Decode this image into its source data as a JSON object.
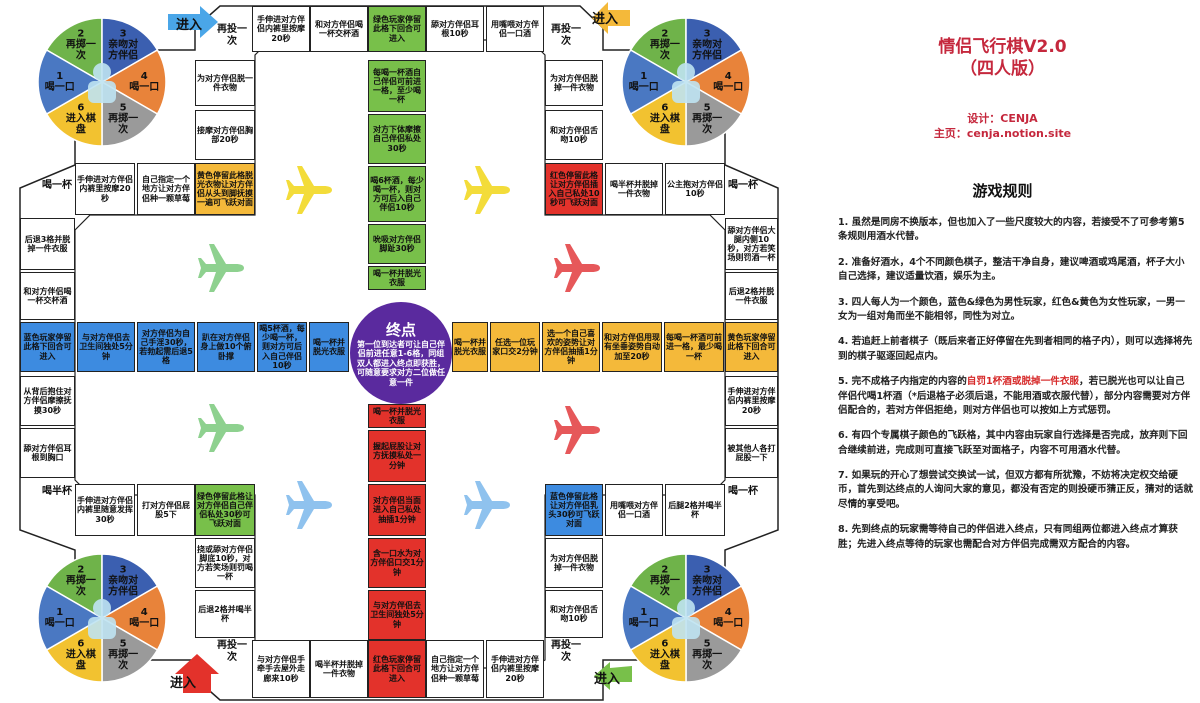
{
  "title": {
    "line1": "情侣飞行棋V2.0",
    "line2": "（四人版）"
  },
  "credit": {
    "designer": "设计：CENJA",
    "homepage": "主页：cenja.notion.site"
  },
  "rules_heading": "游戏规则",
  "rules": [
    {
      "text": "1. 虽然是同房不换版本，但也加入了一些尺度较大的内容，若接受不了可参考第5条规则用酒水代替。"
    },
    {
      "text": "2. 准备好酒水，4个不同颜色棋子，整洁干净自身，建议啤酒或鸡尾酒，杯子大小自己选择，建议适量饮酒，娱乐为主。"
    },
    {
      "text": "3. 四人每人为一个颜色，蓝色&绿色为男性玩家，红色&黄色为女性玩家，一男一女为一组对角而坐不能相邻，同性为对立。"
    },
    {
      "text": "4. 若追赶上前者棋子（既后来者正好停留在先到者相同的格子内），则可以选择将先到的棋子驱逐回起点内。"
    },
    {
      "pre": "5. 完不成格子内指定的内容的",
      "highlight": "自罚1杯酒或脱掉一件衣服",
      "post": "，若已脱光也可以让自己伴侣代喝1杯酒（*后退格子必须后退，不能用酒或衣服代替），部分内容需要对方伴侣配合的，若对方伴侣拒绝，则对方伴侣也可以按如上方式惩罚。"
    },
    {
      "text": "6. 有四个专属棋子颜色的飞跃格，其中内容由玩家自行选择是否完成，放弃则下回合继续前进，完成则可直接飞跃至对面格子，内容不可用酒水代替。"
    },
    {
      "text": "7. 如果玩的开心了想尝试交换试一试，但双方都有所犹豫，不妨将决定权交给硬币，首先到达终点的人询问大家的意见，都没有否定的则投硬币猜正反，猜对的话就尽情的享受吧。"
    },
    {
      "text": "8. 先到终点的玩家需等待自己的伴侣进入终点，只有同组两位都进入终点才算获胜；先进入终点等待的玩家也需配合对方伴侣完成需双方配合的内容。"
    }
  ],
  "center": {
    "title": "终点",
    "desc": "第一位到达者可让自己伴侣前进任意1-6格，同组双人都进入终点即获胜，可随意要求对方二位做任意一件"
  },
  "wheel": {
    "segments": [
      {
        "n": "1",
        "label": "喝一口",
        "color": "#4a78c2"
      },
      {
        "n": "2",
        "label": "再掷一次",
        "color": "#6fb34a"
      },
      {
        "n": "3",
        "label": "亲吻对方伴侣",
        "color": "#3b5fb0"
      },
      {
        "n": "4",
        "label": "喝一口",
        "color": "#e8833a"
      },
      {
        "n": "5",
        "label": "再掷一次",
        "color": "#9a9a9a"
      },
      {
        "n": "6",
        "label": "进入棋盘",
        "color": "#f2c230"
      }
    ]
  },
  "enter": {
    "tl": "进入",
    "tr": "进入",
    "bl": "进入",
    "br": "进入"
  },
  "corner_labels": {
    "top_left_a": "再投一次",
    "top_right_a": "再投一次",
    "bottom_left_a": "再投一次",
    "bottom_right_a": "再投一次",
    "left_top": "喝一杯",
    "right_top": "喝一杯",
    "left_bottom": "喝半杯",
    "right_bottom": "喝一杯"
  },
  "cells": {
    "top_row": [
      "手伸进对方伴侣内裤里按摩20秒",
      "和对方伴侣喝一杯交杯酒",
      "绿色玩家停留此格下回合可进入",
      "舔对方伴侣耳根10秒",
      "用嘴喂对方伴侣一口酒"
    ],
    "top_left_col": [
      "为对方伴侣脱一件衣物",
      "接摩对方伴侣胸部20秒",
      "黄色停留此格脱光衣物让对方伴侣从头到脚抚摸一遍可飞跃对面"
    ],
    "top_mid_col": [
      "每喝一杯酒自己伴侣可前进一格，至少喝一杯",
      "对方下体摩擦自己伴侣私处30秒",
      "喝6杯酒，每少喝一杯，则对方可后入自己伴侣10秒",
      "吮吸对方伴侣脚趾30秒",
      "喝一杯并脱光衣服"
    ],
    "top_right_col": [
      "为对方伴侣脱掉一件衣物",
      "和对方伴侣舌吻10秒",
      "红色停留此格让对方伴侣插入自己私处10秒可飞跃对面"
    ],
    "left_upper_row": [
      "手伸进对方伴侣内裤里按摩20秒",
      "自己指定一个地方让对方伴侣种一颗草莓"
    ],
    "right_upper_row": [
      "喝半杯并脱掉一件衣物",
      "公主抱对方伴侣10秒"
    ],
    "left_col_upper": [
      "后退3格并脱掉一件衣服",
      "和对方伴侣喝一杯交杯酒"
    ],
    "right_col_upper": [
      "舔对方伴侣大腿内侧10秒，对方若笑场则罚酒一杯",
      "后退2格并脱一件衣服"
    ],
    "mid_left_row": [
      "蓝色玩家停留此格下回合可进入",
      "与对方伴侣去卫生间独处5分钟",
      "对方伴侣为自己手淫30秒，若勃起需后退5格",
      "趴在对方伴侣身上做10个俯卧撑",
      "喝5杯酒，每少喝一杯，则对方可后入自己伴侣10秒",
      "喝一杯并脱光衣服"
    ],
    "mid_right_row": [
      "喝一杯并脱光衣服",
      "任选一位玩家口交2分钟",
      "选一个自己喜欢的姿势让对方伴侣抽插1分钟",
      "和对方伴侣用现有坐垂姿势自动加至20秒",
      "每喝一杯酒可前进一格，最少喝一杯",
      "黄色玩家停留此格下回合可进入"
    ],
    "left_col_lower": [
      "从背后抱住对方伴侣摩擦抚摸30秒",
      "舔对方伴侣耳根到胸口"
    ],
    "right_col_lower": [
      "手伸进对方伴侣内裤里按摩20秒",
      "被其他人各打屁股一下"
    ],
    "left_lower_row": [
      "手伸进对方伴侣内裤里随意发挥30秒",
      "打对方伴侣屁股5下"
    ],
    "right_lower_row": [
      "用嘴喂对方伴侣一口酒",
      "后腿2格并喝半杯"
    ],
    "bottom_mid_col": [
      "喝一杯并脱光衣服",
      "握起屁股让对方抚摸私处一分钟",
      "对方伴侣当面进入自己私处抽插1分钟",
      "含一口水为对方伴侣口交1分钟",
      "与对方伴侣去卫生间独处5分钟"
    ],
    "bottom_left_col": [
      "绿色停留此格让对方伴侣自己伴侣私处30秒可飞跃对面",
      "挠或舔对方伴侣脚底10秒，对方若笑场则罚喝一杯",
      "后退2格并喝半杯"
    ],
    "bottom_right_col": [
      "蓝色停留此格让对方伴侣乳头30秒可飞跃对面",
      "为对方伴侣脱掉一件衣物",
      "和对方伴侣舌吻10秒"
    ],
    "bottom_row": [
      "与对方伴侣手牵手去屋外走廊来10秒",
      "喝半杯并脱掉一件衣物",
      "红色玩家停留此格下回合可进入",
      "自己指定一个地方让对方伴侣种一颗草莓",
      "手伸进对方伴侣内裤里按摩20秒"
    ]
  }
}
